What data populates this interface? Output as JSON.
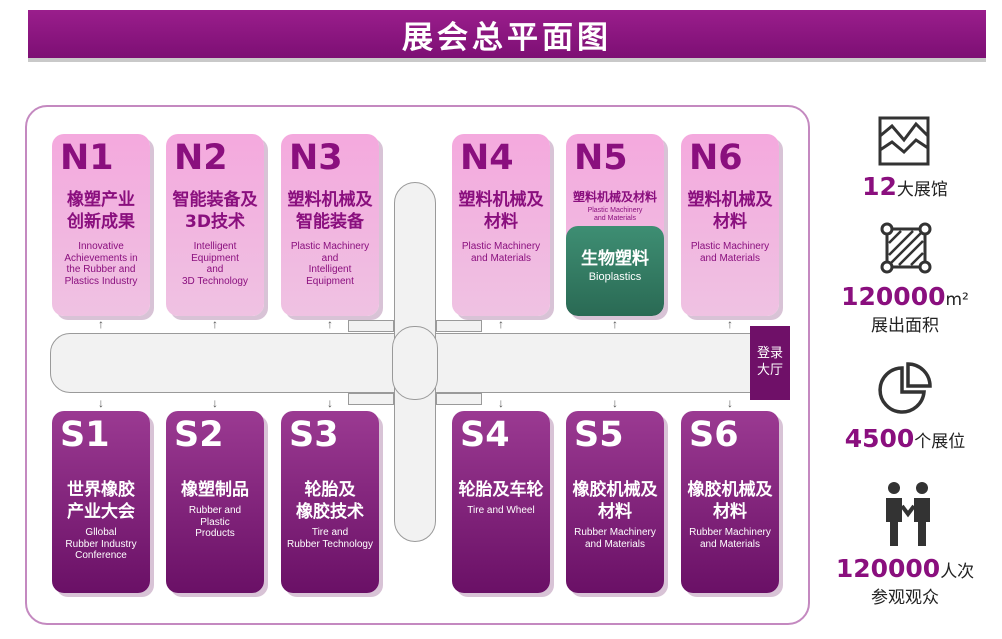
{
  "title": "展会总平面图",
  "entry_hall": "登录\n大厅",
  "halls_north": [
    {
      "code": "N1",
      "zh": "橡塑产业\n创新成果",
      "en": "Innovative\nAchievements in\nthe Rubber and\nPlastics Industry"
    },
    {
      "code": "N2",
      "zh": "智能装备及\n3D技术",
      "en": "Intelligent\nEquipment\nand\n3D Technology"
    },
    {
      "code": "N3",
      "zh": "塑料机械及\n智能装备",
      "en": "Plastic Machinery\nand\nIntelligent\nEquipment"
    },
    {
      "code": "N4",
      "zh": "塑料机械及\n材料",
      "en": "Plastic Machinery\nand Materials"
    },
    {
      "code": "N5",
      "zh": "塑料机械及材料",
      "en": "Plastic Machinery\nand Materials",
      "sub_zh": "生物塑料",
      "sub_en": "Bioplastics"
    },
    {
      "code": "N6",
      "zh": "塑料机械及\n材料",
      "en": "Plastic Machinery\nand Materials"
    }
  ],
  "halls_south": [
    {
      "code": "S1",
      "zh": "世界橡胶\n产业大会",
      "en": "Gllobal\nRubber Industry\nConference"
    },
    {
      "code": "S2",
      "zh": "橡塑制品",
      "en": "Rubber and\nPlastic\nProducts"
    },
    {
      "code": "S3",
      "zh": "轮胎及\n橡胶技术",
      "en": "Tire and\nRubber Technology"
    },
    {
      "code": "S4",
      "zh": "轮胎及车轮",
      "en": "Tire and Wheel"
    },
    {
      "code": "S5",
      "zh": "橡胶机械及\n材料",
      "en": "Rubber Machinery\nand Materials"
    },
    {
      "code": "S6",
      "zh": "橡胶机械及\n材料",
      "en": "Rubber Machinery\nand Materials"
    }
  ],
  "stats": [
    {
      "icon": "area-chart-icon",
      "number": "12",
      "unit": "大展馆",
      "sub": ""
    },
    {
      "icon": "square-area-icon",
      "number": "120000",
      "unit": "m²",
      "sub": "展出面积"
    },
    {
      "icon": "pie-chart-icon",
      "number": "4500",
      "unit": "个展位",
      "sub": ""
    },
    {
      "icon": "handshake-icon",
      "number": "120000",
      "unit": "人次",
      "sub": "参观观众"
    }
  ],
  "colors": {
    "brand": "#8a0f7e",
    "north": "#f4a9de",
    "south": "#6a1066",
    "bio": "#3e8e73"
  }
}
